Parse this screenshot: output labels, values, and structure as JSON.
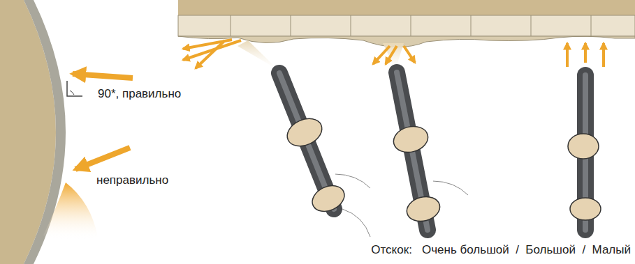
{
  "diagram": {
    "labels": [
      "90*, правильно",
      "неправильно",
      "Отскок:   Очень большой  /  Большой  /  Малый"
    ]
  }
}
